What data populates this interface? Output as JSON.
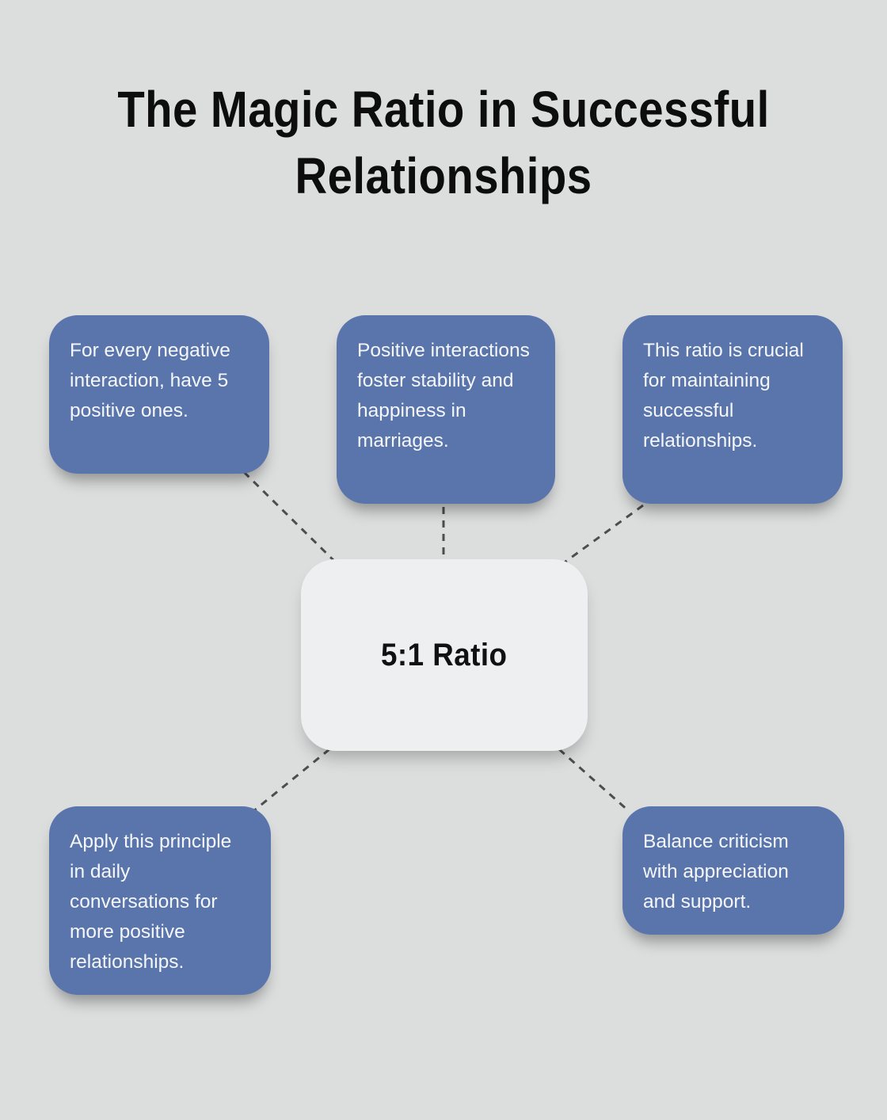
{
  "title": {
    "line1": "The Magic Ratio in Successful",
    "line2": "Relationships"
  },
  "center": {
    "label": "5:1 Ratio"
  },
  "nodes": [
    {
      "id": "top-left",
      "text": "For every negative interaction, have 5 positive ones."
    },
    {
      "id": "top-middle",
      "text": "Positive interactions foster stability and happiness in marriages."
    },
    {
      "id": "top-right",
      "text": "This ratio is crucial for maintaining successful relationships."
    },
    {
      "id": "bottom-left",
      "text": "Apply this principle in daily conversations for more positive relationships."
    },
    {
      "id": "bottom-right",
      "text": "Balance criticism with appreciation and support."
    }
  ],
  "colors": {
    "background": "#dcdddd",
    "node_fill": "#5a75ac",
    "node_text": "#f5f7fa",
    "center_fill": "#edeff1",
    "center_text": "#111111",
    "connector": "#4d4d4d",
    "title_color": "#0d0d0d"
  }
}
